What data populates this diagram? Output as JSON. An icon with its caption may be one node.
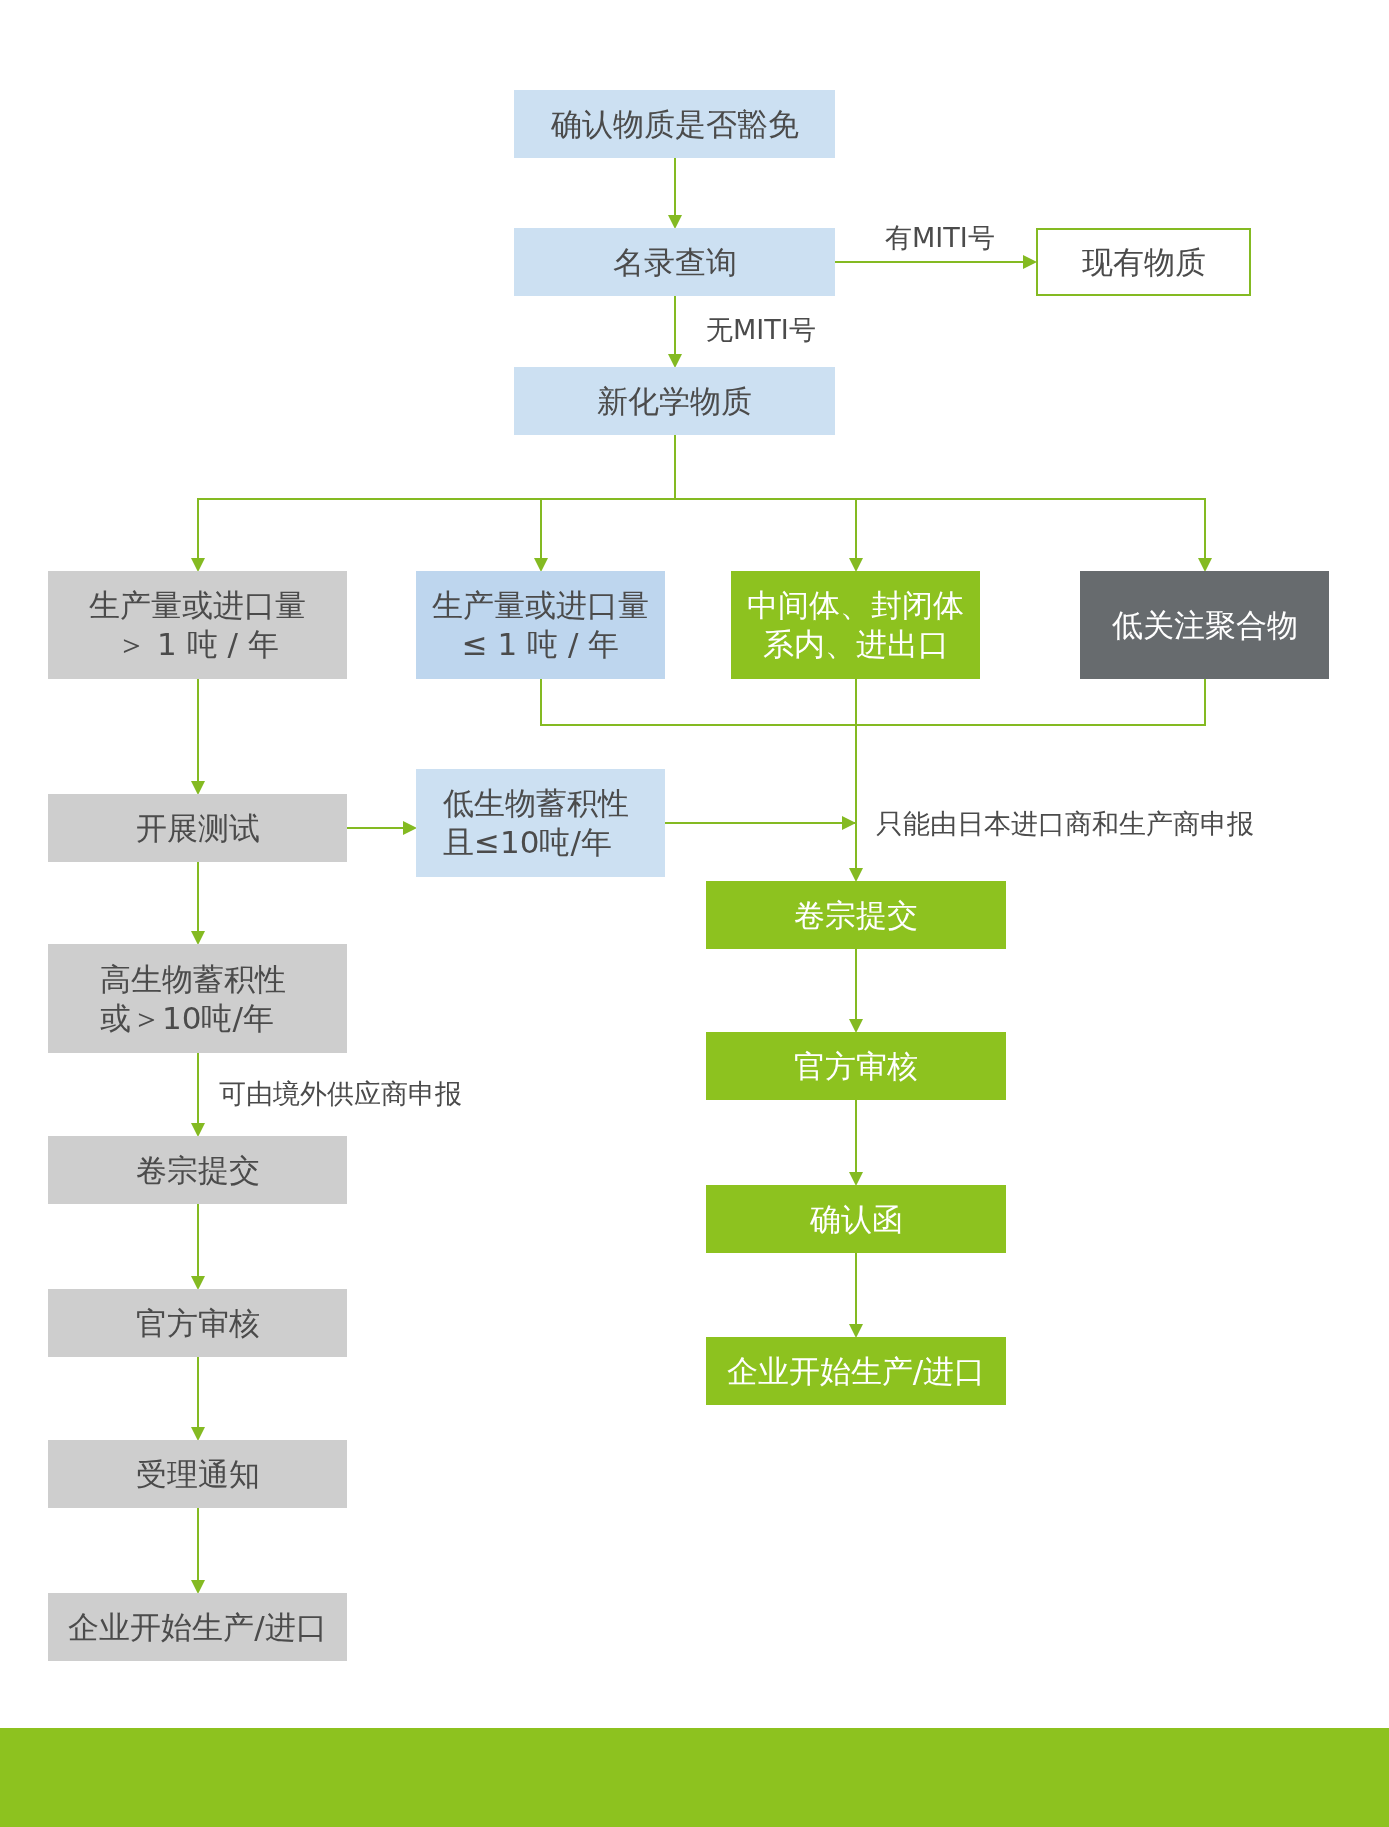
{
  "diagram": {
    "nodes": [
      {
        "text": [
          "确认物质是否豁免"
        ]
      },
      {
        "text": [
          "名录查询"
        ]
      },
      {
        "text": [
          "现有物质"
        ]
      },
      {
        "text": [
          "新化学物质"
        ]
      },
      {
        "text": [
          "生产量或进口量＞ 1 吨 / 年"
        ]
      },
      {
        "text": [
          "生产量或进口量≤ 1 吨 / 年"
        ]
      },
      {
        "text": [
          "中间体、封闭体系内、进出口"
        ]
      },
      {
        "text": [
          "低关注聚合物"
        ]
      },
      {
        "text": [
          "开展测试"
        ]
      },
      {
        "text": [
          "低生物蓄积性且≤10吨/年"
        ]
      },
      {
        "text": [
          "高生物蓄积性或＞10吨/年"
        ]
      },
      {
        "text": [
          "卷宗提交"
        ]
      },
      {
        "text": [
          "官方审核"
        ]
      },
      {
        "text": [
          "受理通知"
        ]
      },
      {
        "text": [
          "企业开始生产/进口"
        ]
      },
      {
        "text": [
          "卷宗提交"
        ]
      },
      {
        "text": [
          "官方审核"
        ]
      },
      {
        "text": [
          "确认函"
        ]
      },
      {
        "text": [
          "企业开始生产/进口"
        ]
      }
    ],
    "edges": [
      {
        "from": 0,
        "to": 1,
        "arrow": "to"
      },
      {
        "from": 1,
        "to": 2,
        "arrow": "to",
        "label": "有MITI号"
      },
      {
        "from": 1,
        "to": 3,
        "arrow": "to",
        "label": "无MITI号"
      },
      {
        "from": 3,
        "to": 4,
        "arrow": "to"
      },
      {
        "from": 3,
        "to": 5,
        "arrow": "to"
      },
      {
        "from": 3,
        "to": 6,
        "arrow": "to"
      },
      {
        "from": 3,
        "to": 7,
        "arrow": "to"
      },
      {
        "from": 4,
        "to": 8,
        "arrow": "to"
      },
      {
        "from": 8,
        "to": 9,
        "arrow": "to"
      },
      {
        "from": 9,
        "to": 15,
        "arrow": "to",
        "label": "只能由日本进口商和生产商申报"
      },
      {
        "from": 5,
        "to": 15,
        "arrow": "to"
      },
      {
        "from": 6,
        "to": 15,
        "arrow": "to"
      },
      {
        "from": 7,
        "to": 15,
        "arrow": "to"
      },
      {
        "from": 8,
        "to": 10,
        "arrow": "to"
      },
      {
        "from": 10,
        "to": 11,
        "arrow": "to",
        "label": "可由境外供应商申报"
      },
      {
        "from": 11,
        "to": 12,
        "arrow": "to"
      },
      {
        "from": 12,
        "to": 13,
        "arrow": "to"
      },
      {
        "from": 13,
        "to": 14,
        "arrow": "to"
      },
      {
        "from": 15,
        "to": 16,
        "arrow": "to"
      },
      {
        "from": 16,
        "to": 17,
        "arrow": "to"
      },
      {
        "from": 17,
        "to": 18,
        "arrow": "to"
      }
    ]
  }
}
